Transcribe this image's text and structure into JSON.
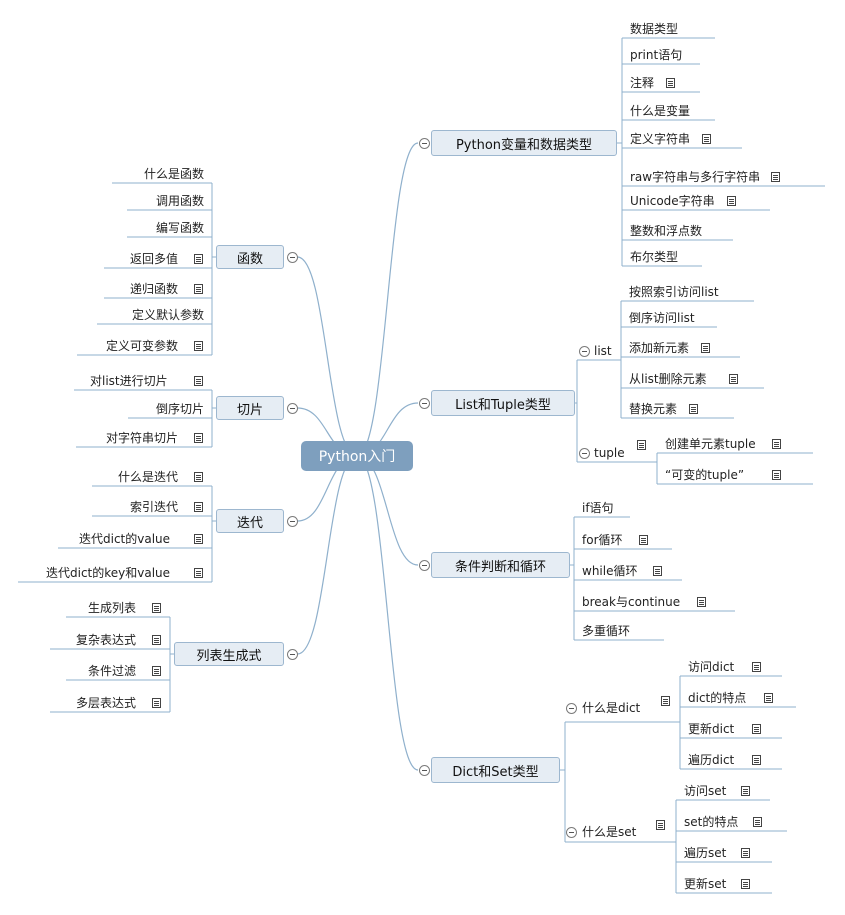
{
  "root": {
    "label": "Python入门"
  },
  "branches": {
    "vars": {
      "title": "Python变量和数据类型",
      "items": [
        {
          "label": "数据类型",
          "note": false
        },
        {
          "label": "print语句",
          "note": false
        },
        {
          "label": "注释",
          "note": true
        },
        {
          "label": "什么是变量",
          "note": false
        },
        {
          "label": "定义字符串",
          "note": true
        },
        {
          "label": "raw字符串与多行字符串",
          "note": true
        },
        {
          "label": "Unicode字符串",
          "note": true
        },
        {
          "label": "整数和浮点数",
          "note": false
        },
        {
          "label": "布尔类型",
          "note": false
        }
      ]
    },
    "listtuple": {
      "title": "List和Tuple类型",
      "list": {
        "label": "list",
        "items": [
          {
            "label": "按照索引访问list",
            "note": false
          },
          {
            "label": "倒序访问list",
            "note": false
          },
          {
            "label": "添加新元素",
            "note": true
          },
          {
            "label": "从list删除元素",
            "note": true
          },
          {
            "label": "替换元素",
            "note": true
          }
        ]
      },
      "tuple": {
        "label": "tuple",
        "items": [
          {
            "label": "创建单元素tuple",
            "note": true
          },
          {
            "label": "“可变的tuple”",
            "note": true
          }
        ]
      }
    },
    "loop": {
      "title": "条件判断和循环",
      "items": [
        {
          "label": "if语句",
          "note": false
        },
        {
          "label": "for循环",
          "note": true
        },
        {
          "label": "while循环",
          "note": true
        },
        {
          "label": "break与continue",
          "note": true
        },
        {
          "label": "多重循环",
          "note": false
        }
      ]
    },
    "dictset": {
      "title": "Dict和Set类型",
      "dict": {
        "label": "什么是dict",
        "items": [
          {
            "label": "访问dict",
            "note": true
          },
          {
            "label": "dict的特点",
            "note": true
          },
          {
            "label": "更新dict",
            "note": true
          },
          {
            "label": "遍历dict",
            "note": true
          }
        ]
      },
      "set": {
        "label": "什么是set",
        "items": [
          {
            "label": "访问set",
            "note": true
          },
          {
            "label": "set的特点",
            "note": true
          },
          {
            "label": "遍历set",
            "note": true
          },
          {
            "label": "更新set",
            "note": true
          }
        ]
      }
    },
    "func": {
      "title": "函数",
      "items": [
        {
          "label": "什么是函数",
          "note": false
        },
        {
          "label": "调用函数",
          "note": false
        },
        {
          "label": "编写函数",
          "note": false
        },
        {
          "label": "返回多值",
          "note": true
        },
        {
          "label": "递归函数",
          "note": true
        },
        {
          "label": "定义默认参数",
          "note": false
        },
        {
          "label": "定义可变参数",
          "note": true
        }
      ]
    },
    "slice": {
      "title": "切片",
      "items": [
        {
          "label": "对list进行切片",
          "note": true
        },
        {
          "label": "倒序切片",
          "note": false
        },
        {
          "label": "对字符串切片",
          "note": true
        }
      ]
    },
    "iter": {
      "title": "迭代",
      "items": [
        {
          "label": "什么是迭代",
          "note": true
        },
        {
          "label": "索引迭代",
          "note": true
        },
        {
          "label": "迭代dict的value",
          "note": true
        },
        {
          "label": "迭代dict的key和value",
          "note": true
        }
      ]
    },
    "comp": {
      "title": "列表生成式",
      "items": [
        {
          "label": "生成列表",
          "note": true
        },
        {
          "label": "复杂表达式",
          "note": true
        },
        {
          "label": "条件过滤",
          "note": true
        },
        {
          "label": "多层表达式",
          "note": true
        }
      ]
    }
  }
}
